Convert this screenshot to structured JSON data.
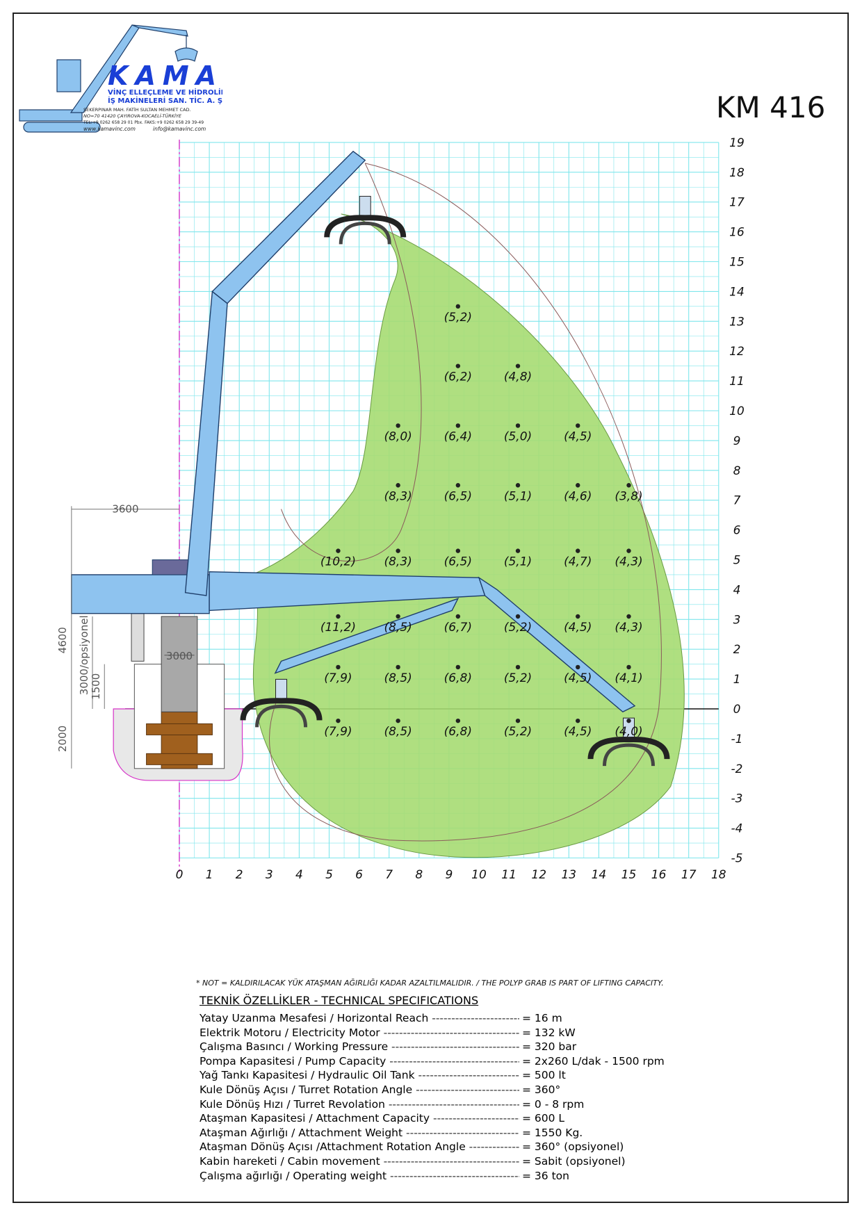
{
  "logo": {
    "brand": "KAMA",
    "line1": "VİNÇ ELLEÇLEME VE HİDROLİK",
    "line2": "İŞ MAKİNELERİ SAN. TİC. A. Ş.",
    "addr1": "ŞEKERPINAR MAH. FATİH SULTAN MEHMET CAD.",
    "addr2": "NO=70        41420 ÇAYIROVA-KOCAELİ-TÜRKİYE",
    "addr3": "TEL:+9 0262 658 29 01 Pbx. FAKS:+9 0262 658 29 39-49",
    "web": "www.kamavinc.com",
    "email": "info@kamavinc.com",
    "brand_color": "#1a3fd6"
  },
  "model": "KM 416",
  "colors": {
    "grid": "#7fe6ec",
    "envelope": "#a6dc72",
    "boom": "#8ec3ef",
    "boom_stroke": "#1e3e6a",
    "axis_magenta": "#d633c8",
    "pile": "#a0601e",
    "column": "#a8a8a8"
  },
  "chart_data": {
    "type": "scatter",
    "x_axis": {
      "range": [
        0,
        18
      ],
      "ticks": [
        "0",
        "1",
        "2",
        "3",
        "4",
        "5",
        "6",
        "7",
        "8",
        "9",
        "10",
        "11",
        "12",
        "13",
        "14",
        "15",
        "16",
        "17",
        "18"
      ]
    },
    "y_axis": {
      "range": [
        -5,
        19
      ],
      "ticks": [
        "19",
        "18",
        "17",
        "16",
        "15",
        "14",
        "13",
        "12",
        "11",
        "10",
        "9",
        "8",
        "7",
        "6",
        "5",
        "4",
        "3",
        "2",
        "1",
        "0",
        "-1",
        "-2",
        "-3",
        "-4",
        "-5"
      ]
    },
    "points": [
      {
        "x": 9.3,
        "y": 13.5,
        "label": "(5,2)"
      },
      {
        "x": 9.3,
        "y": 11.5,
        "label": "(6,2)"
      },
      {
        "x": 11.3,
        "y": 11.5,
        "label": "(4,8)"
      },
      {
        "x": 7.3,
        "y": 9.5,
        "label": "(8,0)"
      },
      {
        "x": 9.3,
        "y": 9.5,
        "label": "(6,4)"
      },
      {
        "x": 11.3,
        "y": 9.5,
        "label": "(5,0)"
      },
      {
        "x": 13.3,
        "y": 9.5,
        "label": "(4,5)"
      },
      {
        "x": 7.3,
        "y": 7.5,
        "label": "(8,3)"
      },
      {
        "x": 9.3,
        "y": 7.5,
        "label": "(6,5)"
      },
      {
        "x": 11.3,
        "y": 7.5,
        "label": "(5,1)"
      },
      {
        "x": 13.3,
        "y": 7.5,
        "label": "(4,6)"
      },
      {
        "x": 15.0,
        "y": 7.5,
        "label": "(3,8)"
      },
      {
        "x": 5.3,
        "y": 5.3,
        "label": "(10,2)"
      },
      {
        "x": 7.3,
        "y": 5.3,
        "label": "(8,3)"
      },
      {
        "x": 9.3,
        "y": 5.3,
        "label": "(6,5)"
      },
      {
        "x": 11.3,
        "y": 5.3,
        "label": "(5,1)"
      },
      {
        "x": 13.3,
        "y": 5.3,
        "label": "(4,7)"
      },
      {
        "x": 15.0,
        "y": 5.3,
        "label": "(4,3)"
      },
      {
        "x": 5.3,
        "y": 3.1,
        "label": "(11,2)"
      },
      {
        "x": 7.3,
        "y": 3.1,
        "label": "(8,5)"
      },
      {
        "x": 9.3,
        "y": 3.1,
        "label": "(6,7)"
      },
      {
        "x": 11.3,
        "y": 3.1,
        "label": "(5,2)"
      },
      {
        "x": 13.3,
        "y": 3.1,
        "label": "(4,5)"
      },
      {
        "x": 15.0,
        "y": 3.1,
        "label": "(4,3)"
      },
      {
        "x": 5.3,
        "y": 1.4,
        "label": "(7,9)"
      },
      {
        "x": 7.3,
        "y": 1.4,
        "label": "(8,5)"
      },
      {
        "x": 9.3,
        "y": 1.4,
        "label": "(6,8)"
      },
      {
        "x": 11.3,
        "y": 1.4,
        "label": "(5,2)"
      },
      {
        "x": 13.3,
        "y": 1.4,
        "label": "(4,5)"
      },
      {
        "x": 15.0,
        "y": 1.4,
        "label": "(4,1)"
      },
      {
        "x": 5.3,
        "y": -0.4,
        "label": "(7,9)"
      },
      {
        "x": 7.3,
        "y": -0.4,
        "label": "(8,5)"
      },
      {
        "x": 9.3,
        "y": -0.4,
        "label": "(6,8)"
      },
      {
        "x": 11.3,
        "y": -0.4,
        "label": "(5,2)"
      },
      {
        "x": 13.3,
        "y": -0.4,
        "label": "(4,5)"
      },
      {
        "x": 15.0,
        "y": -0.4,
        "label": "(4,0)"
      }
    ]
  },
  "dimensions": {
    "top_width": "3600",
    "height_total": "4600",
    "height_column": "3000/opsiyonel",
    "height_base": "1500",
    "depth": "2000",
    "base_width": "3000"
  },
  "note": "* NOT = KALDIRILACAK YÜK ATAŞMAN AĞIRLIĞI KADAR AZALTILMALIDIR. / THE POLYP GRAB IS PART OF LIFTING CAPACITY.",
  "specs": {
    "title": "TEKNİK ÖZELLİKLER - TECHNICAL SPECIFICATIONS",
    "rows": [
      {
        "label": "Yatay Uzanma Mesafesi / Horizontal Reach",
        "value": "= 16 m"
      },
      {
        "label": "Elektrik Motoru / Electricity Motor",
        "value": "= 132 kW"
      },
      {
        "label": "Çalışma Basıncı / Working Pressure",
        "value": "= 320 bar"
      },
      {
        "label": "Pompa Kapasitesi / Pump Capacity",
        "value": "= 2x260 L/dak - 1500 rpm"
      },
      {
        "label": "Yağ Tankı Kapasitesi / Hydraulic Oil Tank",
        "value": "= 500 lt"
      },
      {
        "label": "Kule Dönüş Açısı / Turret Rotation Angle",
        "value": "= 360°"
      },
      {
        "label": "Kule Dönüş Hızı / Turret Revolation",
        "value": "= 0 - 8 rpm"
      },
      {
        "label": "Ataşman Kapasitesi / Attachment Capacity",
        "value": "= 600 L"
      },
      {
        "label": "Ataşman Ağırlığı / Attachment Weight",
        "value": "= 1550 Kg."
      },
      {
        "label": "Ataşman Dönüş Açısı /Attachment Rotation Angle",
        "value": "= 360° (opsiyonel)"
      },
      {
        "label": "Kabin hareketi / Cabin movement",
        "value": "= Sabit (opsiyonel)"
      },
      {
        "label": "Çalışma ağırlığı / Operating weight",
        "value": "= 36 ton"
      }
    ]
  }
}
